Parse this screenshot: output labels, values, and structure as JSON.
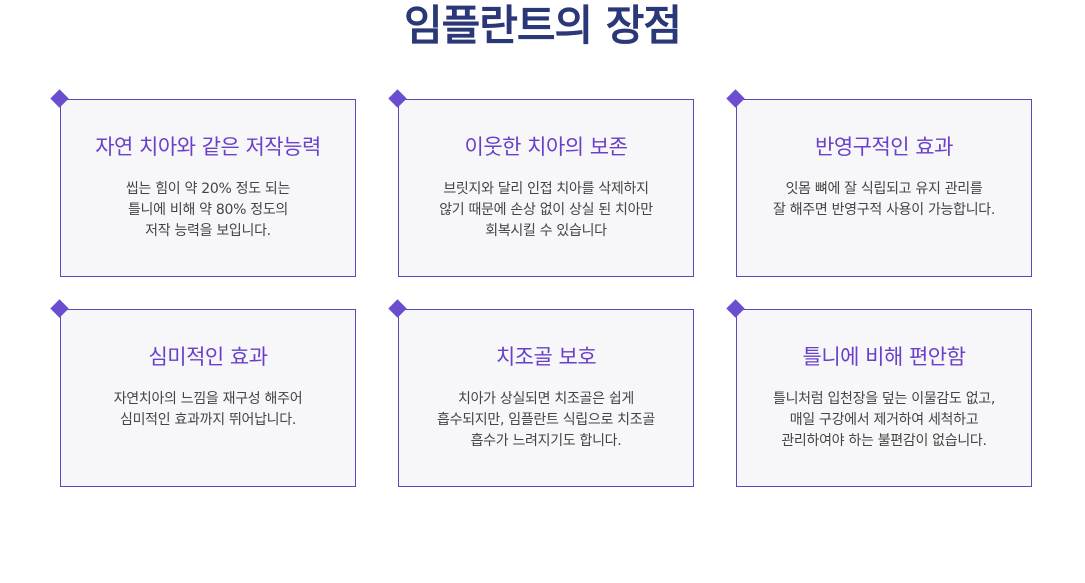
{
  "title": "임플란트의 장점",
  "colors": {
    "title": "#2b3878",
    "accent": "#6a40c8",
    "border": "#5a49b8",
    "card_bg": "#f7f7f9"
  },
  "cards": [
    {
      "title": "자연 치아와 같은 저작능력",
      "lines": [
        "씹는 힘이 약 20% 정도 되는",
        "틀니에 비해 약 80% 정도의",
        "저작 능력을 보입니다."
      ]
    },
    {
      "title": "이웃한 치아의 보존",
      "lines": [
        "브릿지와 달리 인접 치아를 삭제하지",
        "않기 때문에 손상 없이 상실 된 치아만",
        "회복시킬 수 있습니다"
      ]
    },
    {
      "title": "반영구적인 효과",
      "lines": [
        "잇몸 뼈에 잘 식립되고 유지 관리를",
        "잘 해주면 반영구적 사용이 가능합니다."
      ]
    },
    {
      "title": "심미적인 효과",
      "lines": [
        "자연치아의 느낌을 재구성 해주어",
        "심미적인 효과까지 뛰어납니다."
      ]
    },
    {
      "title": "치조골 보호",
      "lines": [
        "치아가 상실되면 치조골은 쉽게",
        "흡수되지만, 임플란트 식립으로 치조골",
        "흡수가 느려지기도 합니다."
      ]
    },
    {
      "title": "틀니에 비해 편안함",
      "lines": [
        "틀니처럼 입천장을 덮는 이물감도 없고,",
        "매일 구강에서 제거하여 세척하고",
        "관리하여야 하는 불편감이 없습니다."
      ]
    }
  ]
}
